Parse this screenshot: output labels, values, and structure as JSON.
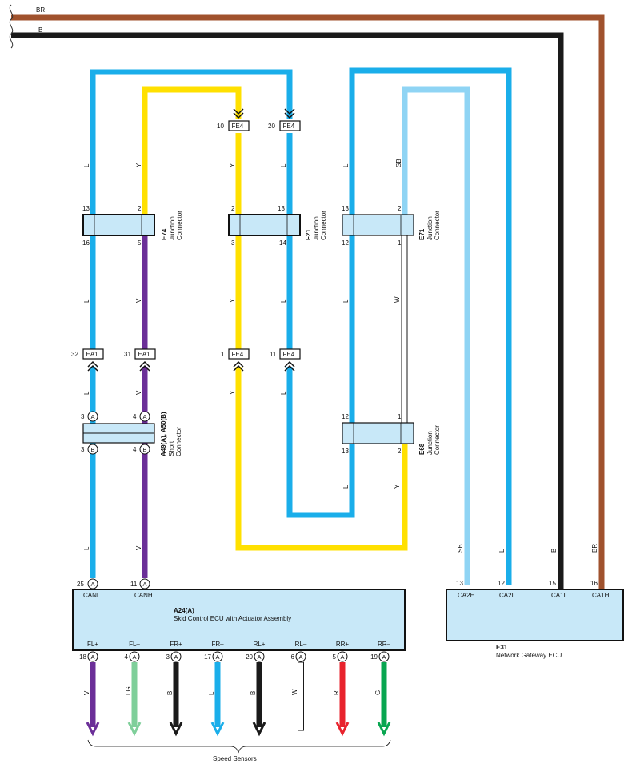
{
  "colors": {
    "L": "#1aaeea",
    "Y": "#ffe000",
    "V": "#6b2f98",
    "SB": "#8fd4f4",
    "B": "#1a1a1a",
    "BR": "#a0522d",
    "LG": "#7fcf9a",
    "R": "#e8232d",
    "G": "#08a650",
    "W": "#ffffff",
    "box_fill": "#c8e8f8"
  },
  "top_wires": {
    "br": "BR",
    "b": "B"
  },
  "connectors": {
    "fe4_10": {
      "pin": "10",
      "name": "FE4"
    },
    "fe4_20": {
      "pin": "20",
      "name": "FE4"
    },
    "fe4_1": {
      "pin": "1",
      "name": "FE4"
    },
    "fe4_11": {
      "pin": "11",
      "name": "FE4"
    },
    "ea1_32": {
      "pin": "32",
      "name": "EA1"
    },
    "ea1_31": {
      "pin": "31",
      "name": "EA1"
    }
  },
  "e74": {
    "id": "E74",
    "line1": "Junction",
    "line2": "Connector",
    "pins": {
      "top_left": "13",
      "top_right": "2",
      "bottom_left": "16",
      "bottom_right": "5"
    }
  },
  "f21": {
    "id": "F21",
    "line1": "Junction",
    "line2": "Connector",
    "pins": {
      "top_left": "2",
      "top_right": "13",
      "bottom_left": "3",
      "bottom_right": "14"
    }
  },
  "e71": {
    "id": "E71",
    "line1": "Junction",
    "line2": "Connector",
    "pins": {
      "top_left": "13",
      "top_right": "2",
      "bottom_left": "12",
      "bottom_right": "1"
    }
  },
  "e68": {
    "id": "E68",
    "line1": "Junction",
    "line2": "Connector",
    "pins": {
      "top_left": "12",
      "top_right": "1",
      "bottom_left": "13",
      "bottom_right": "2"
    }
  },
  "a49": {
    "id": "A49(A), A50(B)",
    "line1": "Short",
    "line2": "Connector",
    "pins": {
      "top_left": "3",
      "top_right": "4",
      "bottom_left": "3",
      "bottom_right": "4"
    },
    "circle_top": "A",
    "circle_bottom": "B"
  },
  "wire_labels": {
    "l1": "L",
    "y1": "Y",
    "y2": "Y",
    "l2": "L",
    "l3": "L",
    "sb1": "SB",
    "l4": "L",
    "v1": "V",
    "y3": "Y",
    "l5": "L",
    "l6": "L",
    "w1": "W",
    "l7": "L",
    "v2": "V",
    "y4": "Y",
    "l8": "L",
    "l9": "L",
    "y5": "Y",
    "l10": "L",
    "v3": "V",
    "sb2": "SB",
    "l11": "L",
    "b1": "B",
    "br1": "BR"
  },
  "a24": {
    "id": "A24(A)",
    "title": "Skid Control ECU with Actuator Assembly",
    "top_pins": [
      {
        "num": "25",
        "conn": "A",
        "label": "CANL"
      },
      {
        "num": "11",
        "conn": "A",
        "label": "CANH"
      }
    ],
    "bottom_pins": [
      {
        "num": "18",
        "conn": "A",
        "label": "FL+",
        "wire": "V",
        "color": "#6b2f98"
      },
      {
        "num": "4",
        "conn": "A",
        "label": "FL–",
        "wire": "LG",
        "color": "#7fcf9a"
      },
      {
        "num": "3",
        "conn": "A",
        "label": "FR+",
        "wire": "B",
        "color": "#1a1a1a"
      },
      {
        "num": "17",
        "conn": "A",
        "label": "FR–",
        "wire": "L",
        "color": "#1aaeea"
      },
      {
        "num": "20",
        "conn": "A",
        "label": "RL+",
        "wire": "B",
        "color": "#1a1a1a"
      },
      {
        "num": "6",
        "conn": "A",
        "label": "RL–",
        "wire": "W",
        "color": "#ffffff"
      },
      {
        "num": "5",
        "conn": "A",
        "label": "RR+",
        "wire": "R",
        "color": "#e8232d"
      },
      {
        "num": "19",
        "conn": "A",
        "label": "RR–",
        "wire": "G",
        "color": "#08a650"
      }
    ]
  },
  "e31": {
    "id": "E31",
    "title": "Network Gateway ECU",
    "pins": [
      {
        "num": "13",
        "label": "CA2H"
      },
      {
        "num": "12",
        "label": "CA2L"
      },
      {
        "num": "15",
        "label": "CA1L"
      },
      {
        "num": "16",
        "label": "CA1H"
      }
    ]
  },
  "speed_sensors_label": "Speed Sensors"
}
